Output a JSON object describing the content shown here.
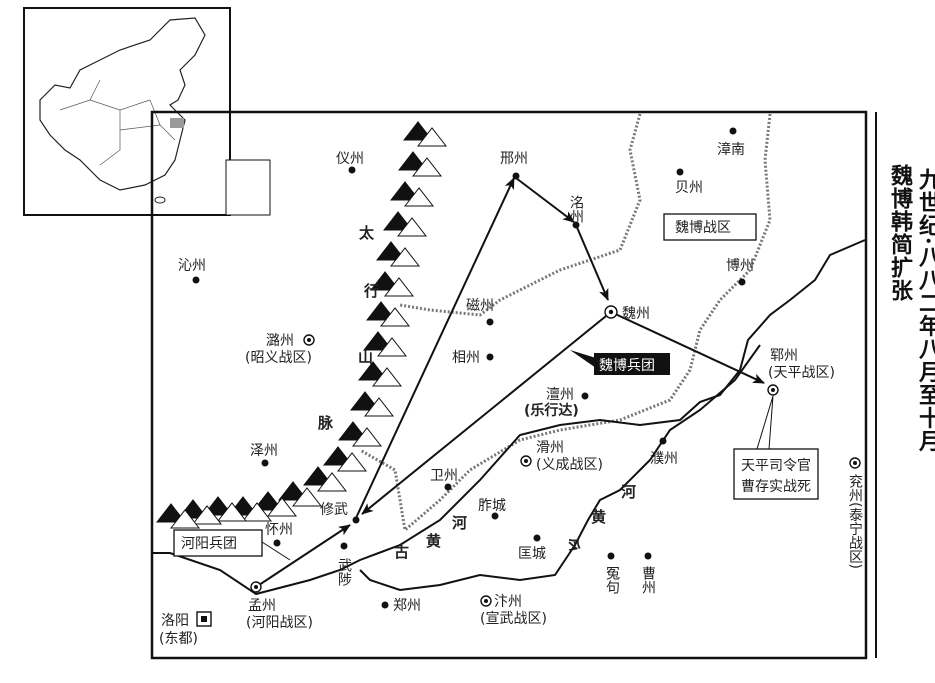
{
  "title": {
    "line1": "九世纪·八八二年八月至十月",
    "line2": "魏博韩简扩张"
  },
  "places": {
    "yizhou": "仪州",
    "xingzhou": "邢州",
    "mingzhou": "洺州",
    "zhangnan": "漳南",
    "beizhou": "贝州",
    "bozhou": "博州",
    "qinzhou": "沁州",
    "cizhou": "磁州",
    "weizhou": "魏州",
    "luzhou": "潞州",
    "luzhou_sub": "(昭义战区)",
    "xiangzhou": "相州",
    "yunzhou": "郓州",
    "yunzhou_sub": "(天平战区)",
    "chanzhou": "澶州",
    "chanzhou_sub": "(乐行达)",
    "zezhou": "泽州",
    "weizhou2": "卫州",
    "huazhou": "滑州",
    "huazhou_sub": "(义成战区)",
    "puzhou": "濮州",
    "zuocheng": "胙城",
    "xiuwu": "修武",
    "huaizhou": "怀州",
    "yanzhou": "兖州(泰宁战区)",
    "kuangcheng": "匡城",
    "yuanqu": "冤句",
    "caozhou": "曹州",
    "wuzhi": "武陟",
    "zhengzhou": "郑州",
    "bianzhou": "汴州",
    "bianzhou_sub": "(宣武战区)",
    "mengzhou": "孟州",
    "mengzhou_sub": "(河阳战区)",
    "luoyang": "洛阳",
    "luoyang_sub": "(东都)"
  },
  "mountains": {
    "c1": "太",
    "c2": "行",
    "c3": "山",
    "c4": "脉"
  },
  "rivers": {
    "old": [
      "古",
      "黄",
      "河"
    ],
    "new": [
      "今",
      "黄",
      "河"
    ]
  },
  "boxes": {
    "weibo_zone": "魏博战区",
    "weibo_army": "魏博兵团",
    "heyang_army": "河阳兵团",
    "tianping_note_1": "天平司令官",
    "tianping_note_2": "曹存实战死"
  }
}
